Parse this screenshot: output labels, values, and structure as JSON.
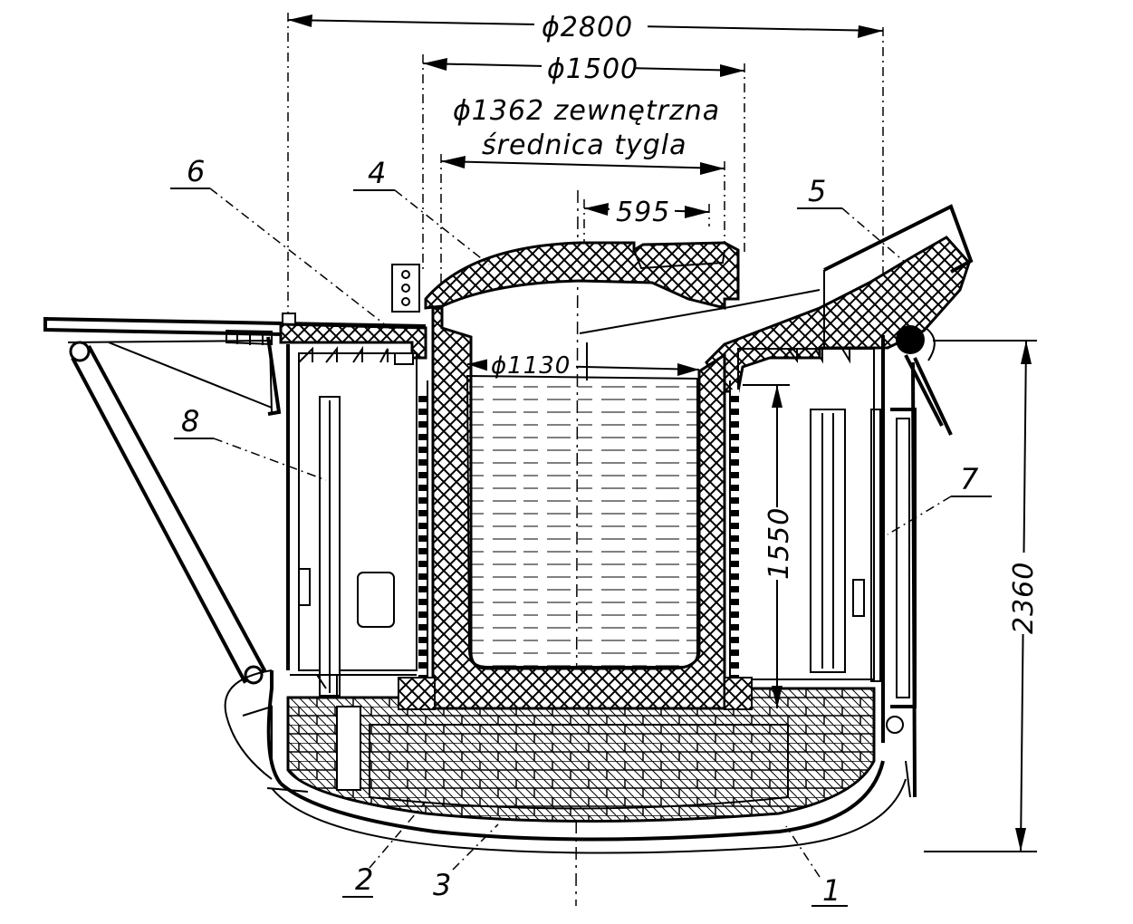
{
  "dimensions": {
    "d_outer": "ϕ2800",
    "d_inductor": "ϕ1500",
    "d_crucible_outer_line1": "ϕ1362 zewnętrzna",
    "d_crucible_outer_line2": "średnica tygla",
    "opening": "595",
    "d_crucible_inner": "ϕ1130",
    "height_bath": "1550",
    "height_total": "2360"
  },
  "callouts": [
    "1",
    "2",
    "3",
    "4",
    "5",
    "6",
    "7",
    "8"
  ]
}
